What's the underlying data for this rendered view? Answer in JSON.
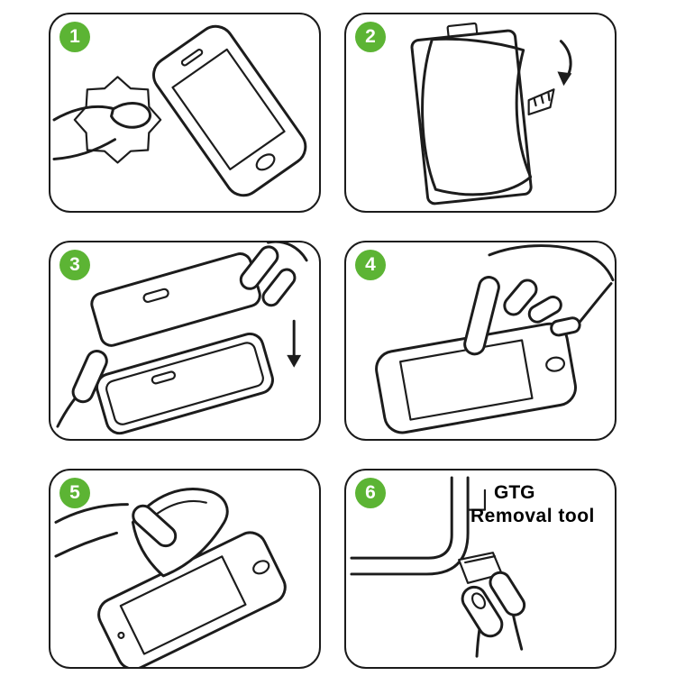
{
  "colors": {
    "step_badge": "#5cb434",
    "line_art": "#1c1c1c",
    "background": "#ffffff"
  },
  "figure": {
    "description": "six-step screen protector installation instructions",
    "steps": [
      {
        "number": "1",
        "name": "clean-screen-with-cloth"
      },
      {
        "number": "2",
        "name": "peel-protective-film"
      },
      {
        "number": "3",
        "name": "align-glass-over-screen",
        "annotation": "down-arrow"
      },
      {
        "number": "4",
        "name": "press-finger-on-screen"
      },
      {
        "number": "5",
        "name": "smooth-with-card"
      },
      {
        "number": "6",
        "name": "use-removal-tool",
        "label_line1": "GTG",
        "label_line2": "Removal tool"
      }
    ]
  }
}
